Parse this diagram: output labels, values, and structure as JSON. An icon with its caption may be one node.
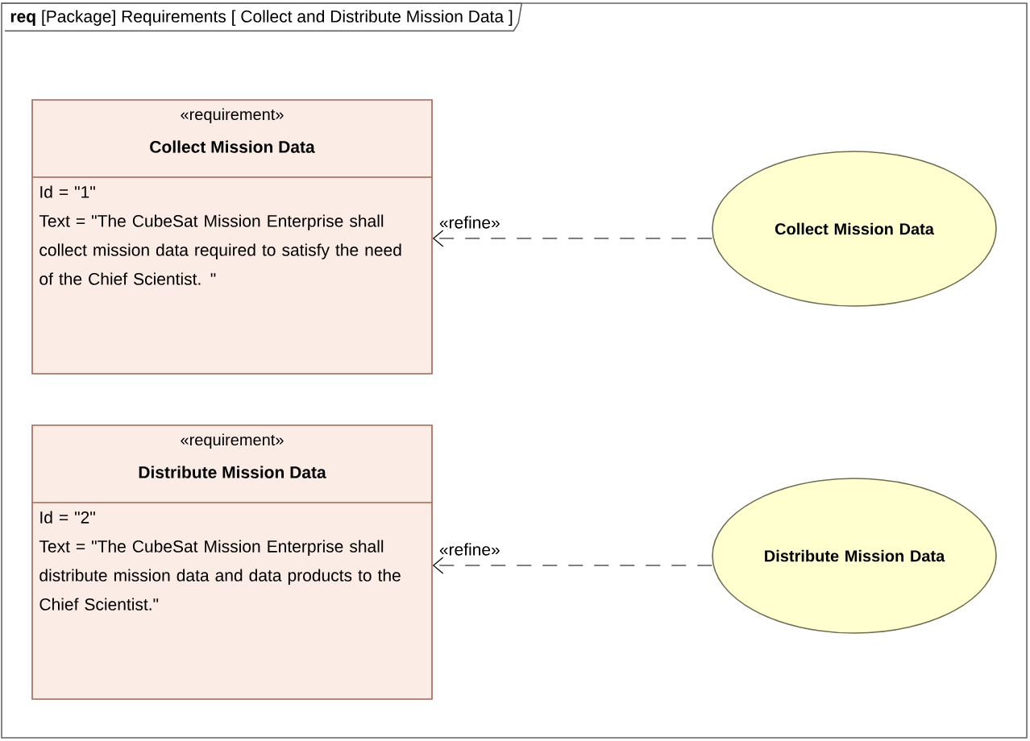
{
  "diagram": {
    "nodes": [
      {
        "text": [
          "**req** [Package] Requirements [ Collect and Distribute Mission Data ]"
        ]
      },
      {
        "text": [
          "«requirement»",
          "Collect Mission Data",
          "Id = \"1\"",
          "Text = \"The CubeSat Mission Enterprise shall collect mission data required to satisfy the need of the Chief Scientist. \""
        ],
        "in": 0
      },
      {
        "text": [
          "Collect Mission Data"
        ],
        "in": 0
      },
      {
        "text": [
          "«requirement»",
          "Distribute Mission Data",
          "Id = \"2\"",
          "Text = \"The CubeSat Mission Enterprise shall distribute mission data and data products to the Chief Scientist.\""
        ],
        "in": 0
      },
      {
        "text": [
          "Distribute Mission Data"
        ],
        "in": 0
      }
    ],
    "edges": [
      {
        "from": 2,
        "to": 1,
        "arrow": "to",
        "label": "«refine»",
        "style": "dashed"
      },
      {
        "from": 4,
        "to": 3,
        "arrow": "to",
        "label": "«refine»",
        "style": "dashed"
      }
    ]
  }
}
